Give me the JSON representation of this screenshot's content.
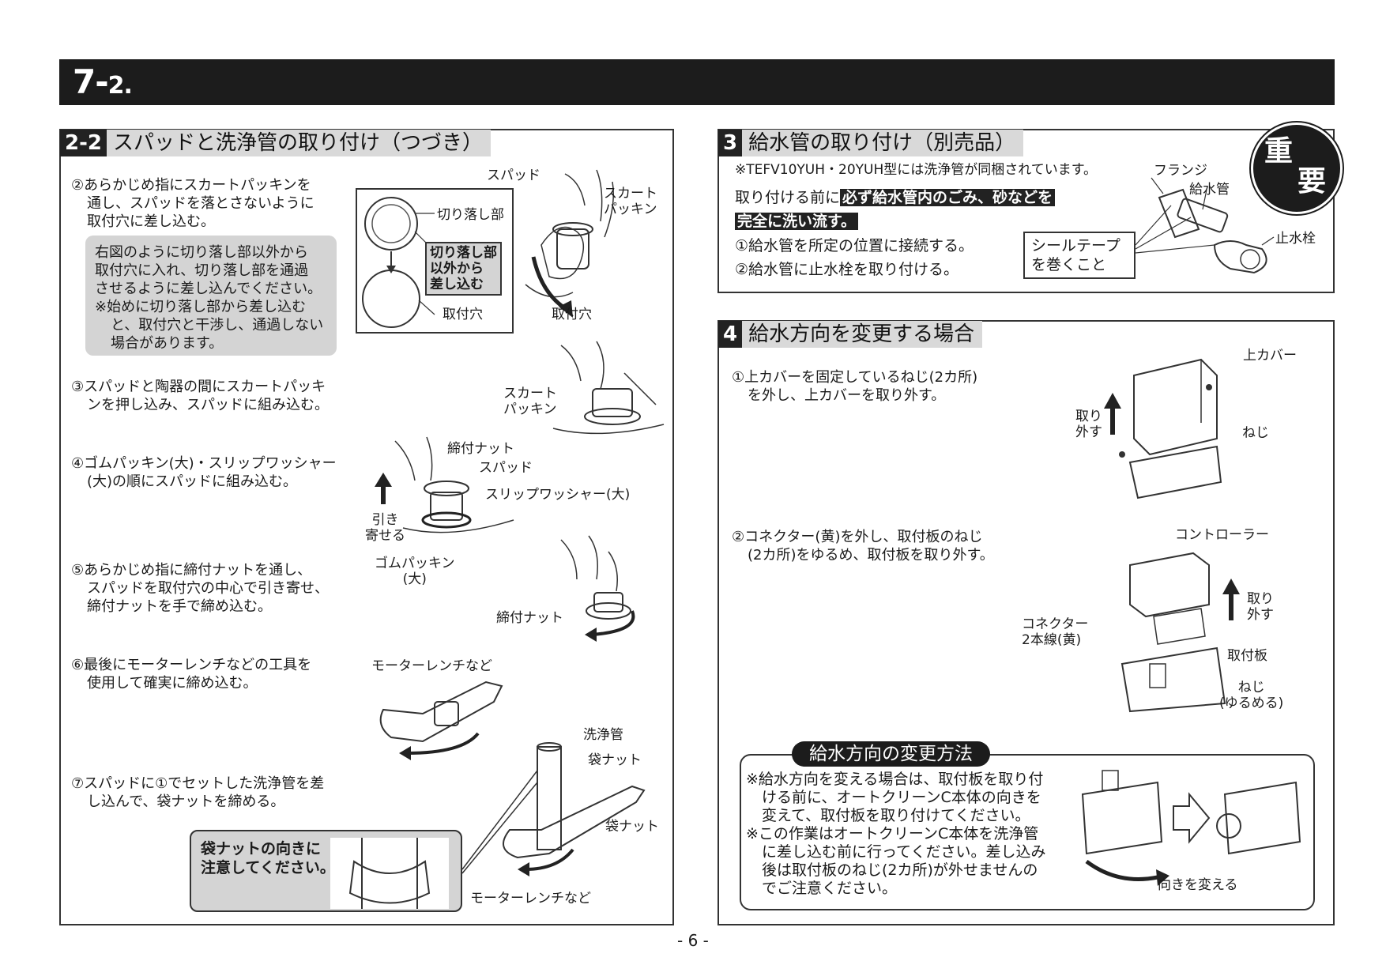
{
  "header": {
    "title_main": "7-",
    "title_sub": "2."
  },
  "section_2_2": {
    "number": "2-2",
    "title": "スパッドと洗浄管の取り付け（つづき）",
    "step2": [
      "②あらかじめ指にスカートパッキンを",
      "通し、スパッドを落とさないように",
      "取付穴に差し込む。"
    ],
    "note": [
      "右図のように切り落し部以外から",
      "取付穴に入れ、切り落し部を通過",
      "させるように差し込んでください。",
      "※始めに切り落し部から差し込む",
      "と、取付穴と干渉し、通過しない",
      "場合があります。"
    ],
    "diagram_labels": {
      "cut": "切り落し部",
      "except": [
        "切り落し部",
        "以外から",
        "差し込む"
      ],
      "hole": "取付穴",
      "spud": "スパッド",
      "skirt": [
        "スカート",
        "パッキン"
      ],
      "hole2": "取付穴"
    },
    "step3": [
      "③スパッドと陶器の間にスカートパッキ",
      "ンを押し込み、スパッドに組み込む。"
    ],
    "step3_labels": [
      "スカート",
      "パッキン"
    ],
    "step4": [
      "④ゴムパッキン(大)・スリップワッシャー",
      "(大)の順にスパッドに組み込む。"
    ],
    "step4_labels": {
      "nut": "締付ナット",
      "spud": "スパッド",
      "washer": "スリップワッシャー(大)",
      "pull": [
        "引き",
        "寄せる"
      ],
      "rubber": [
        "ゴムパッキン",
        "(大)"
      ]
    },
    "step5": [
      "⑤あらかじめ指に締付ナットを通し、",
      "スパッドを取付穴の中心で引き寄せ、",
      "締付ナットを手で締め込む。"
    ],
    "step5_label": "締付ナット",
    "step6": [
      "⑥最後にモーターレンチなどの工具を",
      "使用して確実に締め込む。"
    ],
    "step6_label": "モーターレンチなど",
    "step7": [
      "⑦スパッドに①でセットした洗浄管を差",
      "し込んで、袋ナットを締める。"
    ],
    "step7_labels": {
      "pipe": "洗浄管",
      "bag_nut": "袋ナット",
      "bag_nut2": "袋ナット",
      "wrench": "モーターレンチなど"
    },
    "caution": [
      "袋ナットの向きに",
      "注意してください。"
    ]
  },
  "section_3": {
    "number": "3",
    "title": "給水管の取り付け（別売品）",
    "note": "※TEFV10YUH・20YUH型には洗浄管が同梱されています。",
    "line_prefix": "取り付ける前に",
    "highlight1": "必ず給水管内のごみ、砂などを",
    "highlight2": "完全に洗い流す。",
    "step1": "①給水管を所定の位置に接続する。",
    "step2": "②給水管に止水栓を取り付ける。",
    "seal_box": [
      "シールテープ",
      "を巻くこと"
    ],
    "labels": {
      "flange": "フランジ",
      "pipe": "給水管",
      "valve": "止水栓"
    },
    "badge": [
      "重",
      "要"
    ]
  },
  "section_4": {
    "number": "4",
    "title": "給水方向を変更する場合",
    "step1": [
      "①上カバーを固定しているねじ(2カ所)",
      "を外し、上カバーを取り外す。"
    ],
    "labels1": {
      "cover": "上カバー",
      "remove": [
        "取り",
        "外す"
      ],
      "screw": "ねじ"
    },
    "step2": [
      "②コネクター(黄)を外し、取付板のねじ",
      "(2カ所)をゆるめ、取付板を取り外す。"
    ],
    "labels2": {
      "controller": "コントローラー",
      "remove": [
        "取り",
        "外す"
      ],
      "connector": [
        "コネクター",
        "2本線(黄)"
      ],
      "plate": "取付板",
      "screw": [
        "ねじ",
        "(ゆるめる)"
      ]
    },
    "method_title": "給水方向の変更方法",
    "method_text": [
      "※給水方向を変える場合は、取付板を取り付",
      "ける前に、オートクリーンC本体の向きを",
      "変えて、取付板を取り付けてください。",
      "※この作業はオートクリーンC本体を洗浄管",
      "に差し込む前に行ってください。差し込み",
      "後は取付板のねじ(2カ所)が外せませんの",
      "でご注意ください。"
    ],
    "turn_label": "向きを変える"
  },
  "footer": {
    "page": "- 6 -"
  }
}
